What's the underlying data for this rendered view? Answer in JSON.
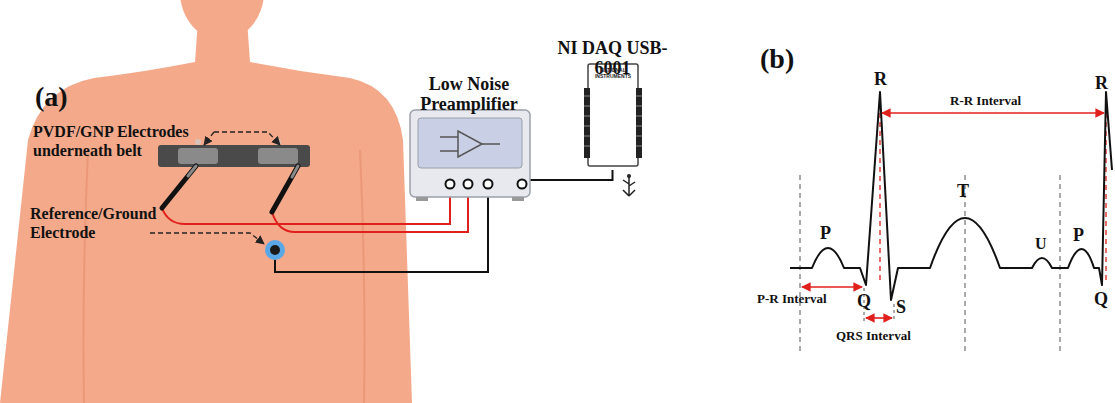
{
  "diagram": {
    "nodes": [
      {
        "text": [
          "Low Noise Preamplifier"
        ]
      },
      {
        "text": [
          "NI DAQ USB-6001",
          "NATIONAL INSTRUMENTS"
        ]
      }
    ],
    "edges": [
      {
        "from": 0,
        "to": 1,
        "arrow": "none"
      }
    ],
    "labels": [
      "(a)",
      "(b)",
      "PVDF/GNP Electrodes underneath belt",
      "Reference/Ground Electrode",
      "R",
      "R",
      "P",
      "T",
      "U",
      "P",
      "Q",
      "Q",
      "S",
      "R-R Interval",
      "P-R Interval",
      "QRS Interval"
    ]
  }
}
